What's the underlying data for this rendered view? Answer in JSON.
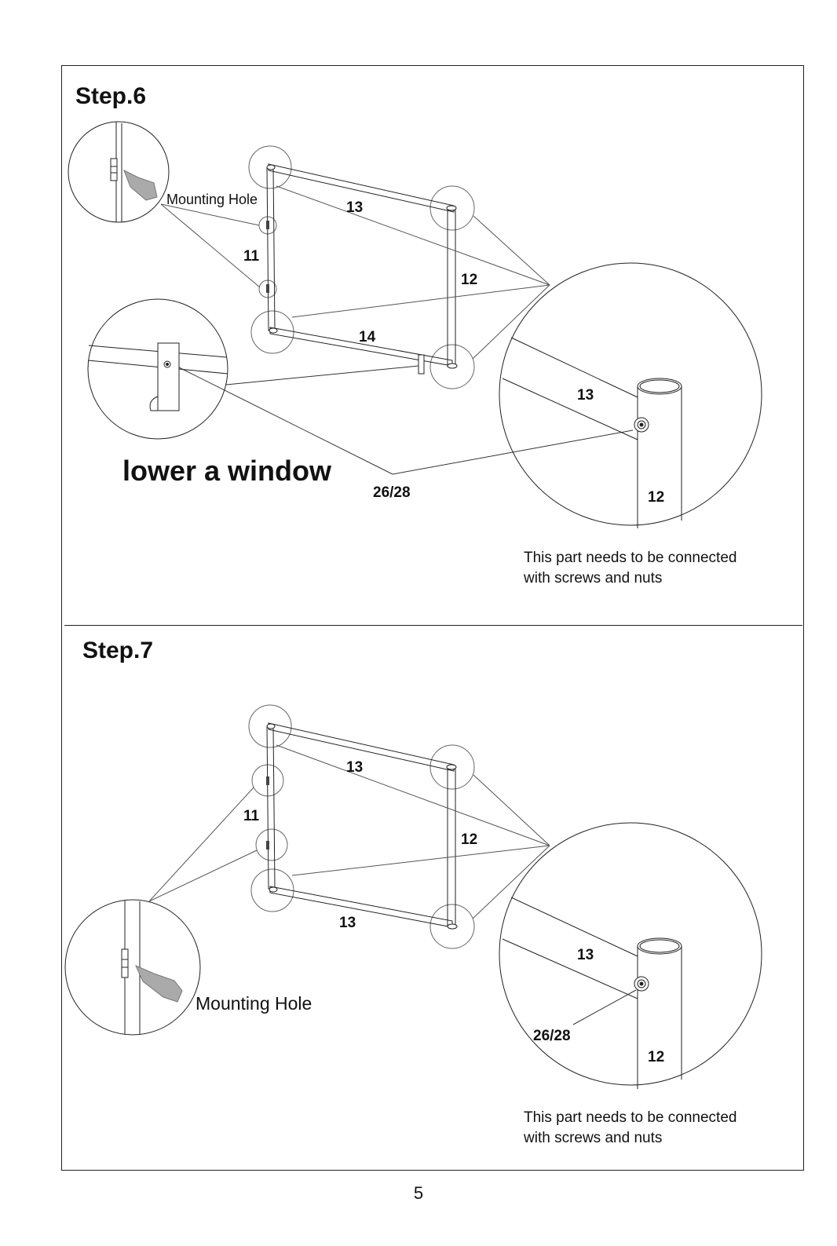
{
  "page_number": "5",
  "step6": {
    "title": "Step.6",
    "mounting_hole": "Mounting Hole",
    "lower_window": "lower a window",
    "part_13": "13",
    "part_14": "14",
    "part_11": "11",
    "part_12": "12",
    "screws": "26/28",
    "detail_13": "13",
    "detail_12": "12",
    "note_line1": "This part needs to be connected",
    "note_line2": "with screws and nuts"
  },
  "step7": {
    "title": "Step.7",
    "mounting_hole": "Mounting Hole",
    "part_13_top": "13",
    "part_13_bottom": "13",
    "part_11": "11",
    "part_12": "12",
    "detail_13": "13",
    "detail_12": "12",
    "screws": "26/28",
    "note_line1": "This part needs to be connected",
    "note_line2": "with screws and nuts"
  }
}
